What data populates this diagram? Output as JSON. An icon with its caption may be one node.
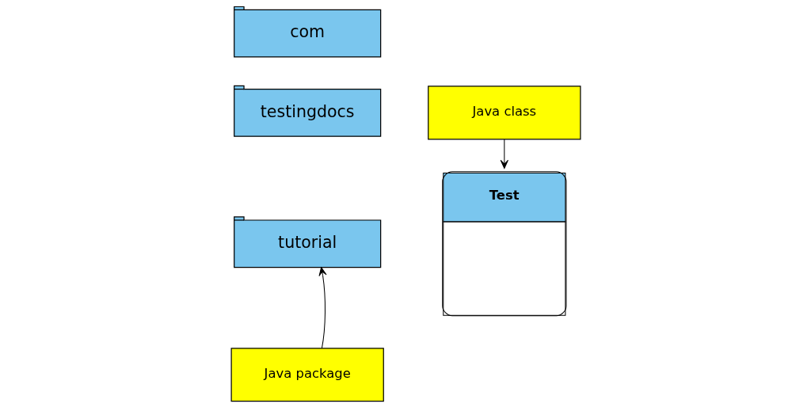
{
  "diagram": {
    "nodes": [
      {
        "text": [
          "com"
        ]
      },
      {
        "text": [
          "testingdocs"
        ]
      },
      {
        "text": [
          "tutorial"
        ]
      },
      {
        "text": [
          "Java class"
        ]
      },
      {
        "text": [
          "Test"
        ]
      },
      {
        "text": [
          "Java package"
        ]
      }
    ],
    "edges": [
      {
        "from": 3,
        "to": 4,
        "arrow": "to"
      },
      {
        "from": 5,
        "to": 2,
        "arrow": "to"
      }
    ]
  }
}
